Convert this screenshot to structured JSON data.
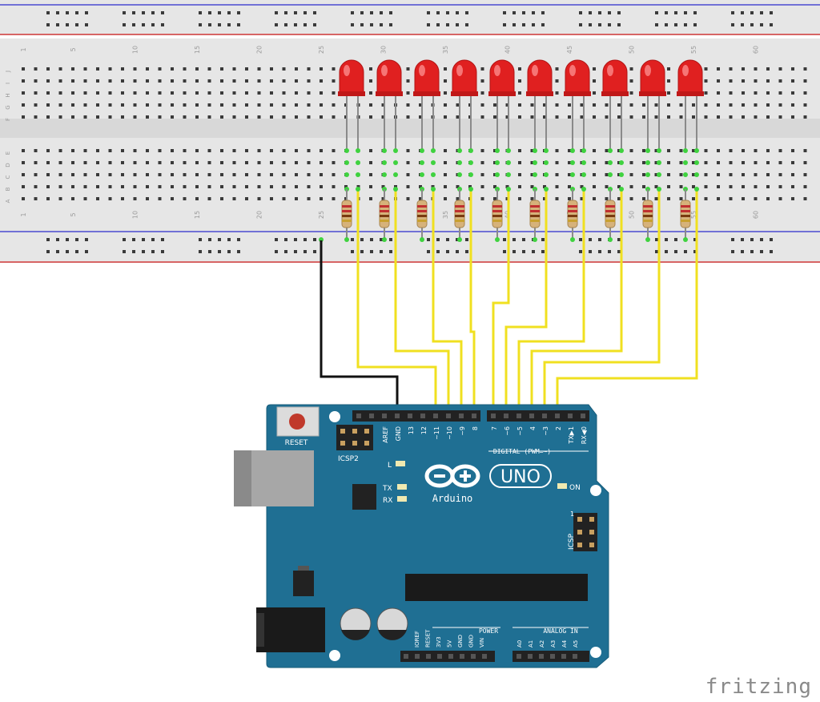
{
  "breadboard": {
    "column_labels": [
      "1",
      "5",
      "10",
      "15",
      "20",
      "25",
      "30",
      "35",
      "40",
      "45",
      "50",
      "55",
      "60"
    ],
    "row_labels_top": [
      "J",
      "I",
      "H",
      "G",
      "F"
    ],
    "row_labels_bottom": [
      "E",
      "D",
      "C",
      "B",
      "A"
    ]
  },
  "arduino": {
    "reset_label": "RESET",
    "icsp2_label": "ICSP2",
    "icsp_label": "ICSP",
    "led_l_label": "L",
    "tx_label": "TX",
    "rx_label": "RX",
    "on_label": "ON",
    "brand_name": "Arduino",
    "model": "UNO",
    "digital_label": "DIGITAL (PWM=~)",
    "digital_pins_left": [
      "AREF",
      "GND",
      "13",
      "12",
      "~11",
      "~10",
      "~9",
      "8"
    ],
    "digital_pins_right": [
      "7",
      "~6",
      "~5",
      "4",
      "~3",
      "2",
      "TX▶1",
      "RX◀0"
    ],
    "power_label": "POWER",
    "power_pins": [
      "IOREF",
      "RESET",
      "3V3",
      "5V",
      "GND",
      "GND",
      "VIN"
    ],
    "analog_label": "ANALOG IN",
    "analog_pins": [
      "A0",
      "A1",
      "A2",
      "A3",
      "A4",
      "A5"
    ],
    "icsp_pin1_marker": "1"
  },
  "components": {
    "led_count": 10,
    "resistor_count": 10,
    "led_color": "#e02020",
    "wire_color": "#f0e020",
    "ground_wire_color": "#111111"
  },
  "colors": {
    "breadboard": "#e6e6e6",
    "board": "#1f6f93",
    "rail_red": "#d23a3a",
    "rail_blue": "#4a4ad0"
  },
  "watermark": "fritzing"
}
